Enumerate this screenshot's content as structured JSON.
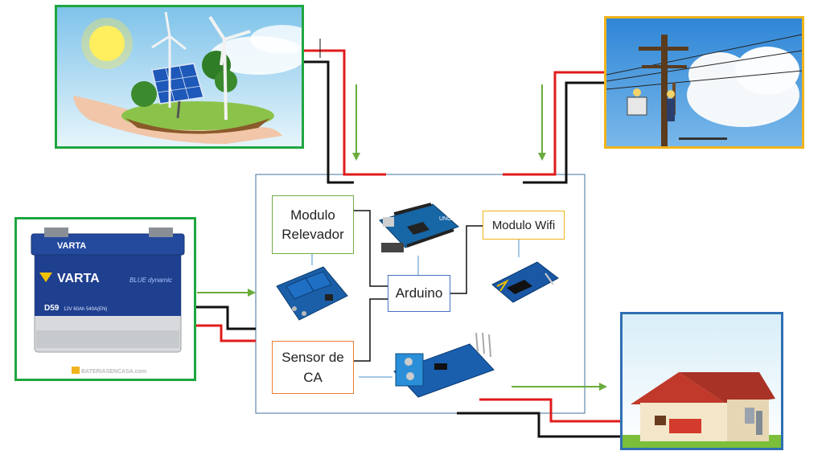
{
  "labels": {
    "relay": "Modulo\nRelevador",
    "arduino": "Arduino",
    "wifi": "Modulo Wifi",
    "sensor": "Sensor de\nCA"
  },
  "battery": {
    "brand": "VARTA",
    "model": "D59",
    "spec": "12V 60Ah 540A(EN)",
    "series": "BLUE dynamic",
    "watermark": "BATERIASENCASA.com"
  },
  "arduino_board": {
    "text": "UNO"
  },
  "colors": {
    "renewable_border": "#1fa640",
    "grid_border": "#f0b41c",
    "battery_border": "#1fa640",
    "house_border": "#2e6fb3",
    "controller_border": "#41719c",
    "relay_border": "#70ad47",
    "arduino_border": "#4472c4",
    "wifi_border": "#f0b41c",
    "sensor_border": "#ed7d31",
    "wire_positive": "#e11b1b",
    "wire_negative": "#111111",
    "flow_arrow": "#6aad3c"
  }
}
